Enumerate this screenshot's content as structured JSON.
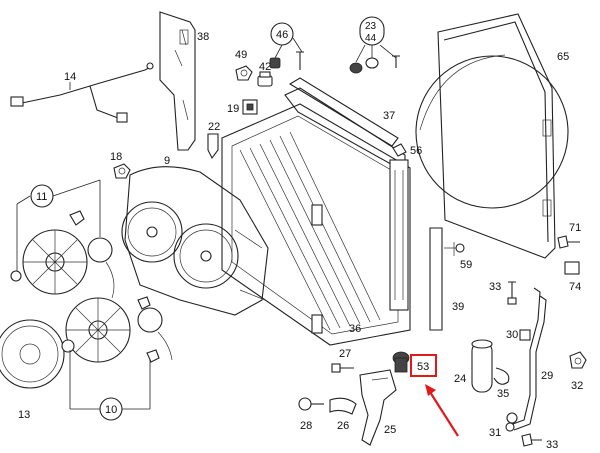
{
  "labels": {
    "p14": "14",
    "p38": "38",
    "p49": "49",
    "p42": "42",
    "p46": "46",
    "p23": "23",
    "p44": "44",
    "p65": "65",
    "p19": "19",
    "p22": "22",
    "p37": "37",
    "p56": "56",
    "p18": "18",
    "p9": "9",
    "p11": "11",
    "p71": "71",
    "p59": "59",
    "p74": "74",
    "p33a": "33",
    "p39": "39",
    "p30": "30",
    "p36": "36",
    "p13": "13",
    "p27": "27",
    "p53": "53",
    "p24": "24",
    "p35": "35",
    "p29": "29",
    "p32": "32",
    "p10": "10",
    "p28": "28",
    "p26": "26",
    "p25": "25",
    "p31": "31",
    "p33b": "33"
  },
  "highlight": {
    "part": "53",
    "box_color": "#e0191b",
    "arrow_color": "#e0191b"
  }
}
